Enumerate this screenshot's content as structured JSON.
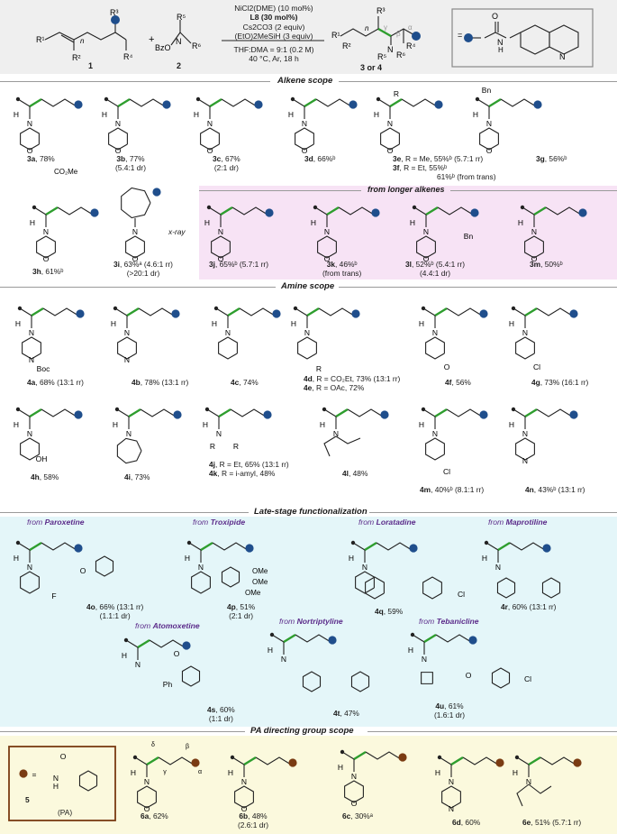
{
  "header": {
    "reagent_1": "1",
    "reagent_2": "2",
    "product": "3 or 4",
    "plus": "+",
    "conditions": [
      "NiCl2(DME) (10 mol%)",
      "L8 (30 mol%)",
      "Cs2CO3 (2 equiv)",
      "(EtO)2MeSiH (3 equiv)"
    ],
    "solvent": "THF:DMA = 9:1 (0.2 M)",
    "temp": "40 °C, Ar, 18 h",
    "atoms": {
      "r1": "R¹",
      "r2": "R²",
      "r3": "R³",
      "r4": "R⁴",
      "r5": "R⁵",
      "r6": "R⁶",
      "n": "n",
      "bzo": "BzO",
      "n_atom": "N",
      "gamma": "γ",
      "beta": "β",
      "alpha": "α"
    }
  },
  "sections": {
    "alkene": "Alkene scope",
    "longer": "from longer alkenes",
    "amine": "Amine scope",
    "late": "Late-stage functionalization",
    "pa": "PA directing group scope"
  },
  "alkene_scope": [
    {
      "id": "3a",
      "text": ", 78%"
    },
    {
      "id": "3b",
      "text": ", 77%",
      "sub": "(5.4:1 dr)"
    },
    {
      "id": "3c",
      "text": ", 67%",
      "sub": "(2:1 dr)"
    },
    {
      "id": "3d",
      "text": ", 66%ᵇ"
    },
    {
      "id": "3e",
      "text": ", R = Me,   55%ᵇ (5.7:1 rr)"
    },
    {
      "id": "3f",
      "text": ", R = Et,    55%ᵇ",
      "sub": "61%ᵇ (from trans)"
    },
    {
      "id": "3g",
      "text": ", 56%ᵇ"
    },
    {
      "id": "3h",
      "text": ", 61%ᵇ"
    },
    {
      "id": "3i",
      "text": ", 63%ᵃ (4.6:1 rr)",
      "sub": "(>20:1 dr)",
      "note": "x-ray"
    },
    {
      "id": "3j",
      "text": ", 65%ᵇ (5.7:1 rr)"
    },
    {
      "id": "3k",
      "text": ", 46%ᵇ",
      "sub": "(from trans)"
    },
    {
      "id": "3l",
      "text": ", 52%ᵇ (5.4:1 rr)",
      "sub": "(4.4:1 dr)"
    },
    {
      "id": "3m",
      "text": ", 50%ᵇ"
    }
  ],
  "amine_scope": [
    {
      "id": "4a",
      "text": ", 68% (13:1 rr)"
    },
    {
      "id": "4b",
      "text": ", 78% (13:1 rr)"
    },
    {
      "id": "4c",
      "text": ", 74%"
    },
    {
      "id": "4d",
      "text": ", R = CO₂Et,  73% (13:1 rr)"
    },
    {
      "id": "4e",
      "text": ", R = OAc,     72%"
    },
    {
      "id": "4f",
      "text": ", 56%"
    },
    {
      "id": "4g",
      "text": ", 73% (16:1 rr)"
    },
    {
      "id": "4h",
      "text": ", 58%"
    },
    {
      "id": "4i",
      "text": ", 73%"
    },
    {
      "id": "4j",
      "text": ", R = Et,       65% (13:1 rr)"
    },
    {
      "id": "4k",
      "text": ", R = i-amyl,   48%"
    },
    {
      "id": "4l",
      "text": ", 48%"
    },
    {
      "id": "4m",
      "text": ", 40%ᵇ (8.1:1 rr)"
    },
    {
      "id": "4n",
      "text": ", 43%ᵇ (13:1 rr)"
    }
  ],
  "late_stage": [
    {
      "id": "4o",
      "from": "Paroxetine",
      "text": ", 66% (13:1 rr)",
      "sub": "(1.1:1 dr)"
    },
    {
      "id": "4p",
      "from": "Troxipide",
      "text": ", 51%",
      "sub": "(2:1 dr)"
    },
    {
      "id": "4q",
      "from": "Loratadine",
      "text": ", 59%"
    },
    {
      "id": "4r",
      "from": "Maprotiline",
      "text": ", 60% (13:1 rr)"
    },
    {
      "id": "4s",
      "from": "Atomoxetine",
      "text": ", 60%",
      "sub": "(1:1 dr)"
    },
    {
      "id": "4t",
      "from": "Nortriptyline",
      "text": ", 47%"
    },
    {
      "id": "4u",
      "from": "Tebanicline",
      "text": ", 61%",
      "sub": "(1.6:1 dr)"
    }
  ],
  "pa_scope": [
    {
      "id": "6a",
      "text": ", 62%"
    },
    {
      "id": "6b",
      "text": ", 48%",
      "sub": "(2.6:1 dr)"
    },
    {
      "id": "6c",
      "text": ", 30%ᵃ"
    },
    {
      "id": "6d",
      "text": ", 60%"
    },
    {
      "id": "6e",
      "text": ", 51% (5.7:1 rr)"
    }
  ],
  "pa_group": {
    "label": "5",
    "name": "(PA)",
    "eq": "="
  },
  "atom_labels": {
    "N": "N",
    "O": "O",
    "H": "H",
    "F": "F",
    "Cl": "Cl",
    "Bn": "Bn",
    "Boc": "Boc",
    "OH": "OH",
    "Ph": "Ph",
    "R": "R",
    "OMe": "OMe",
    "CO2Me": "CO₂Me",
    "x_ray": "x-ray",
    "delta": "δ",
    "gamma": "γ",
    "beta": "β",
    "alpha": "α"
  },
  "from_word": "from",
  "colors": {
    "blue_dot": "#1f4e8c",
    "brown_dot": "#7a3b12",
    "green_bond": "#2e9e2e",
    "purple_text": "#5b2b8a"
  }
}
